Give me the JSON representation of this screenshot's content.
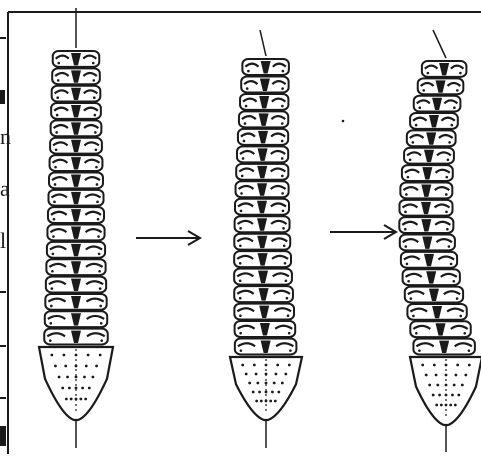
{
  "figure": {
    "panels": [
      {
        "id": "panel-1",
        "stage": "straight"
      },
      {
        "id": "panel-2",
        "stage": "slight-curve"
      },
      {
        "id": "panel-3",
        "stage": "curved"
      }
    ],
    "arrows": [
      {
        "from": "panel-1",
        "to": "panel-2",
        "direction": "right"
      },
      {
        "from": "panel-2",
        "to": "panel-3",
        "direction": "right"
      }
    ],
    "cropped_edge_text": [
      "n",
      "a",
      "l"
    ]
  },
  "colors": {
    "ink": "#1a1a1a",
    "bone_fill": "#ffffff",
    "background": "#ffffff"
  }
}
